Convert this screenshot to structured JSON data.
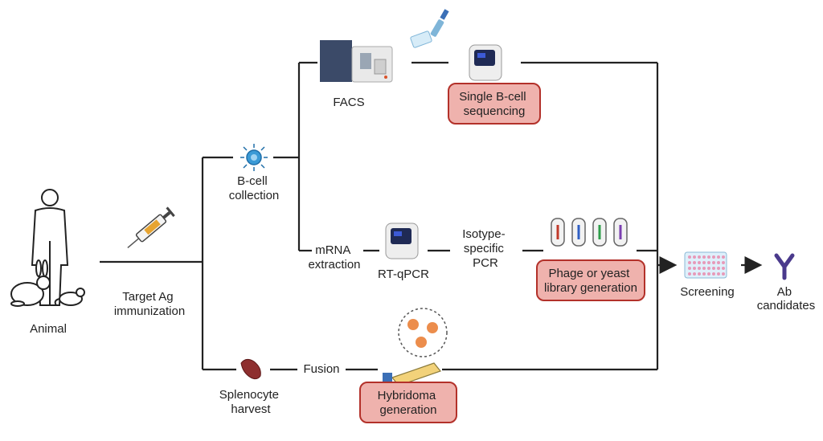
{
  "labels": {
    "animal": "Animal",
    "immunization": [
      "Target Ag",
      "immunization"
    ],
    "bcell": [
      "B-cell",
      "collection"
    ],
    "facs": "FACS",
    "mrna": [
      "mRNA",
      "extraction"
    ],
    "rtqpcr": "RT-qPCR",
    "isotype": [
      "Isotype-",
      "specific",
      "PCR"
    ],
    "splenocyte": [
      "Splenocyte",
      "harvest"
    ],
    "fusion": "Fusion",
    "screening": "Screening",
    "ab": [
      "Ab",
      "candidates"
    ]
  },
  "boxes": {
    "single_bcell": [
      "Single B-cell",
      "sequencing"
    ],
    "phage": [
      "Phage or yeast",
      "library generation"
    ],
    "hybridoma": [
      "Hybridoma",
      "generation"
    ]
  },
  "colors": {
    "box_fill": "#efb2ad",
    "box_stroke": "#b3312a",
    "line": "#222222",
    "antibody": "#4a3a8c"
  }
}
